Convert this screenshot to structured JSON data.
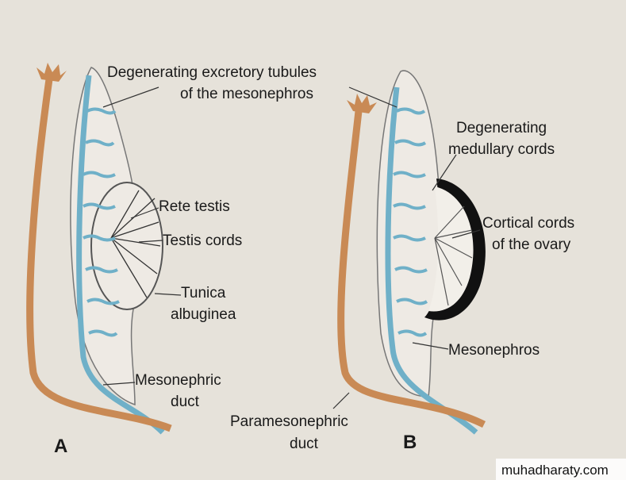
{
  "labels": {
    "excretory_1": "Degenerating excretory tubules",
    "excretory_2": "of the mesonephros",
    "medullary_1": "Degenerating",
    "medullary_2": "medullary cords",
    "rete": "Rete testis",
    "testis_cords": "Testis cords",
    "tunica_1": "Tunica",
    "tunica_2": "albuginea",
    "cortical_1": "Cortical cords",
    "cortical_2": "of the ovary",
    "mesonephros": "Mesonephros",
    "mesonephric_1": "Mesonephric",
    "mesonephric_2": "duct",
    "paramesonephric_1": "Paramesonephric",
    "paramesonephric_2": "duct",
    "panel_a": "A",
    "panel_b": "B"
  },
  "watermark": "muhadharaty.com",
  "colors": {
    "paramesonephric": "#c98a55",
    "mesonephric": "#6fb0c8",
    "ovary": "#111111",
    "background": "#e6e2da"
  }
}
